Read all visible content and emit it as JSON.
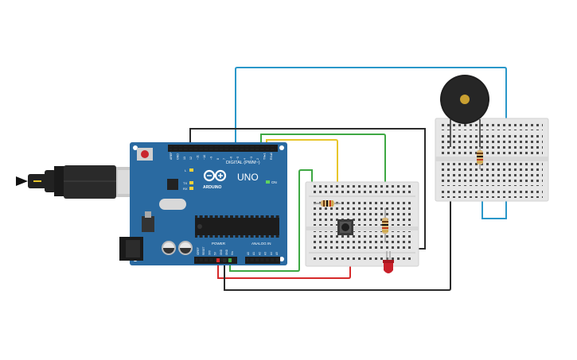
{
  "board": {
    "header_digital": "DIGITAL (PWM~)",
    "brand_uno": "UNO",
    "brand_arduino": "ARDUINO",
    "label_on": "ON",
    "label_l": "L",
    "label_tx": "TX",
    "label_rx": "RX",
    "label_power": "POWER",
    "label_analog": "ANALOG IN",
    "top_pins": [
      "AREF",
      "GND",
      "13",
      "12",
      "~11",
      "~10",
      "~9",
      "8",
      "7",
      "~6",
      "~5",
      "4",
      "~3",
      "2",
      "TX▸1",
      "RX◂0"
    ],
    "power_pins": [
      "IOREF",
      "RESET",
      "3V3",
      "5V",
      "GND",
      "GND",
      "Vin"
    ],
    "analog_pins": [
      "A0",
      "A1",
      "A2",
      "A3",
      "A4",
      "A5"
    ]
  },
  "colors": {
    "board": "#2a6aa1",
    "breadboard": "#e6e6e6",
    "wire_blue": "#2a97c9",
    "wire_black": "#2b2b2b",
    "wire_yellow": "#e8c62a",
    "wire_green": "#3ea843",
    "wire_red": "#d62a2a",
    "led": "#c8202a"
  },
  "components": {
    "icons": [
      "usb-cable-icon",
      "power-jack-icon",
      "pushbutton-icon",
      "resistor-icon",
      "led-icon",
      "piezo-buzzer-icon"
    ]
  }
}
